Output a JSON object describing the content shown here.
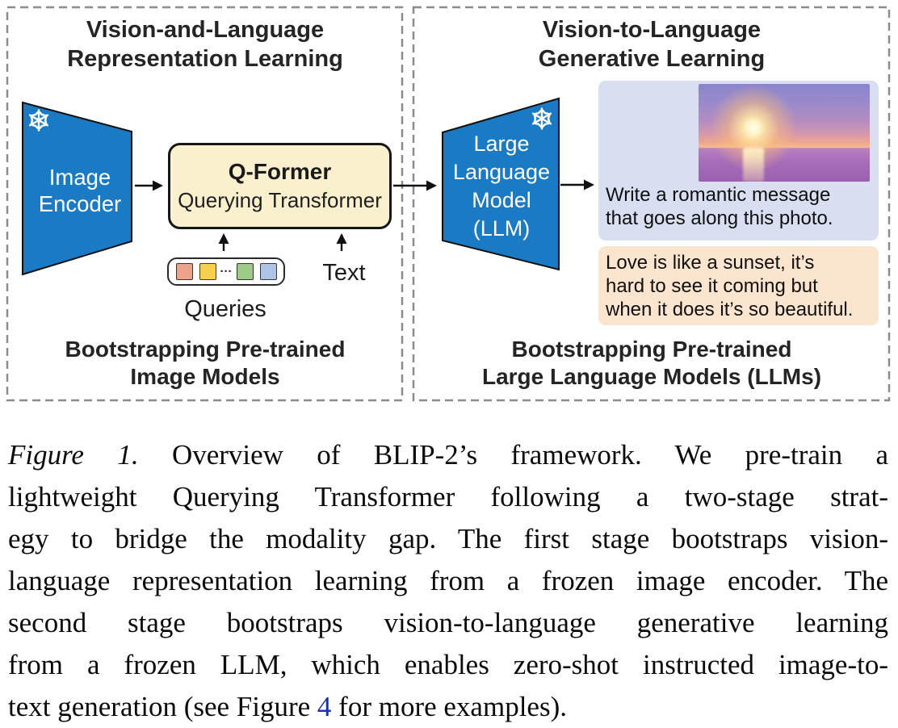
{
  "panels": {
    "left": {
      "title_line1": "Vision-and-Language",
      "title_line2": "Representation Learning",
      "encoder_label_line1": "Image",
      "encoder_label_line2": "Encoder",
      "qformer_title": "Q-Former",
      "qformer_subtitle": "Querying Transformer",
      "queries_ellipsis": "···",
      "queries_label": "Queries",
      "text_label": "Text",
      "footer_line1": "Bootstrapping Pre-trained",
      "footer_line2": "Image Models"
    },
    "right": {
      "title_line1": "Vision-to-Language",
      "title_line2": "Generative Learning",
      "llm_label_line1": "Large",
      "llm_label_line2": "Language",
      "llm_label_line3": "Model",
      "llm_label_line4": "(LLM)",
      "prompt_line1": "Write a romantic message",
      "prompt_line2": "that goes along this photo.",
      "response_line1": "Love is like a sunset, it’s",
      "response_line2": "hard to see it coming but",
      "response_line3": "when it does it’s so beautiful.",
      "footer_line1": "Bootstrapping Pre-trained",
      "footer_line2": "Large Language Models (LLMs)"
    }
  },
  "colors": {
    "frozen_blue": "#1a7ac4",
    "qformer_bg": "#faf0cd",
    "prompt_bg": "#d9dff1",
    "response_bg": "#fbe5cf",
    "panel_border": "#8b8b8b",
    "link_blue": "#1d31a1",
    "query_colors": [
      "#eda28b",
      "#f8cf4f",
      "#9dc98a",
      "#aec4e8"
    ]
  },
  "caption": {
    "label": "Figure 1.",
    "line1_rest": "Overview of BLIP-2’s framework. We pre-train a",
    "line2": "lightweight Querying Transformer following a two-stage strat-",
    "line3": "egy to bridge the modality gap. The first stage bootstraps vision-",
    "line4": "language representation learning from a frozen image encoder. The",
    "line5": "second stage bootstraps vision-to-language generative learning",
    "line6": "from a frozen LLM, which enables zero-shot instructed image-to-",
    "line7_pre": "text generation (see Figure ",
    "line7_link": "4",
    "line7_post": " for more examples)."
  }
}
